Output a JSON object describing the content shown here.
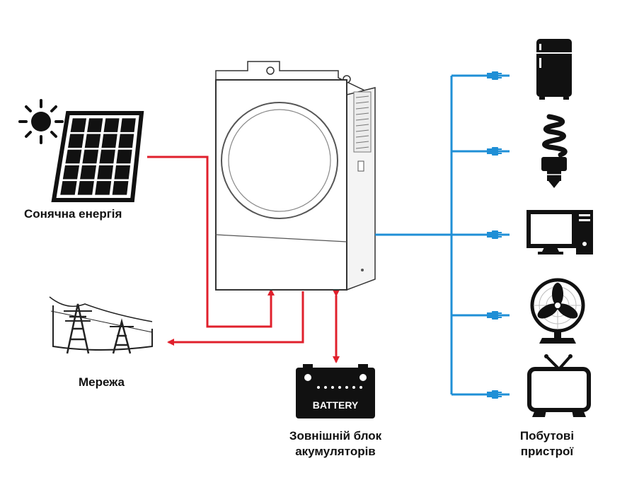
{
  "labels": {
    "solar": "Сонячна енергія",
    "grid": "Мережа",
    "battery_line1": "Зовнішній блок",
    "battery_line2": "акумуляторів",
    "appliances_line1": "Побутові",
    "appliances_line2": "пристрої"
  },
  "battery_text": "BATTERY",
  "icons": [
    "sun-icon",
    "solar-panel-icon",
    "power-grid-icon",
    "inverter-icon",
    "battery-icon",
    "fridge-icon",
    "lamp-icon",
    "computer-icon",
    "fan-icon",
    "tv-icon",
    "plug-icon"
  ],
  "colors": {
    "power_flow": "#e0202c",
    "ac_output": "#1f8fd6",
    "device": "#111111"
  }
}
